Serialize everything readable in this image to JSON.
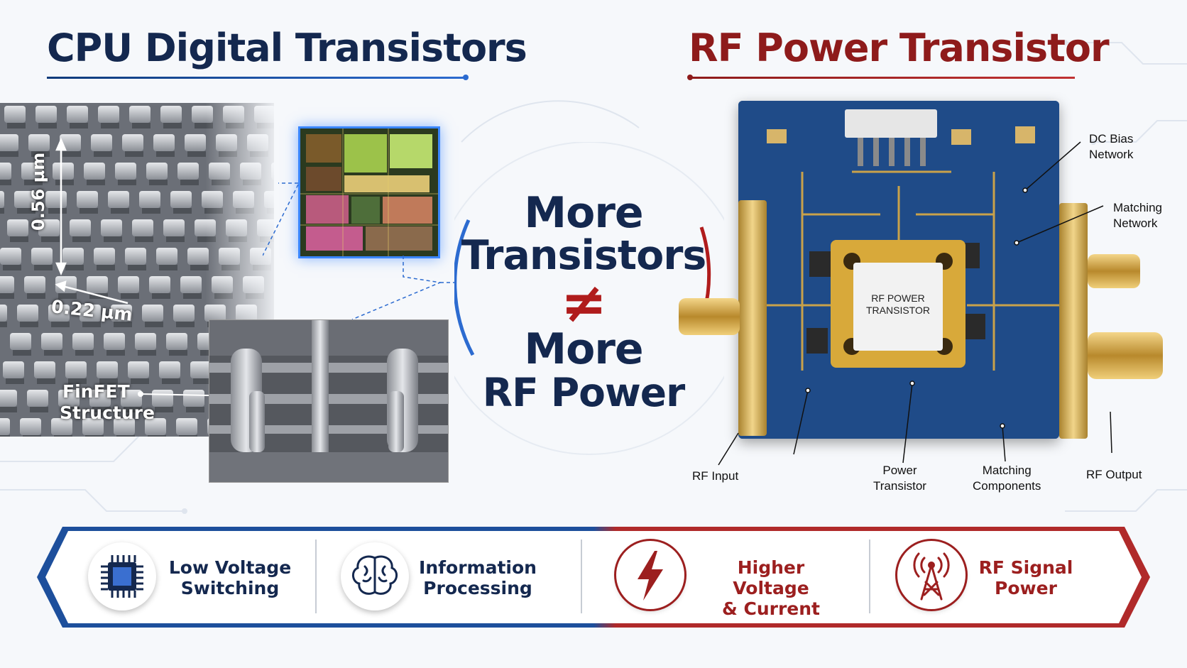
{
  "titles": {
    "left": "CPU Digital Transistors",
    "right": "RF Power Transistor"
  },
  "sem": {
    "height_label": "0.56 µm",
    "width_label": "0.22 µm",
    "finfet_line1": "FinFET",
    "finfet_line2": "Structure"
  },
  "center": {
    "line1": "More",
    "line2": "Transistors",
    "symbol": "≠",
    "line3": "More",
    "line4": "RF Power"
  },
  "board": {
    "chip_line1": "RF POWER",
    "chip_line2": "TRANSISTOR"
  },
  "callouts": {
    "dc_bias_1": "DC Bias",
    "dc_bias_2": "Network",
    "matching_network_1": "Matching",
    "matching_network_2": "Network",
    "rf_input": "RF Input",
    "power_transistor_1": "Power",
    "power_transistor_2": "Transistor",
    "matching_components_1": "Matching",
    "matching_components_2": "Components",
    "rf_output": "RF Output"
  },
  "features": [
    {
      "line1": "Low Voltage",
      "line2": "Switching",
      "icon": "cpu-chip-icon"
    },
    {
      "line1": "Information",
      "line2": "Processing",
      "icon": "brain-icon"
    },
    {
      "line1": "Higher Voltage",
      "line2": "& Current",
      "icon": "lightning-bolt-icon"
    },
    {
      "line1": "RF Signal",
      "line2": "Power",
      "icon": "radio-tower-icon"
    }
  ],
  "colors": {
    "navy": "#14284f",
    "red": "#8e1b1b",
    "blue_accent": "#2c6bd0",
    "board_blue": "#1d4a86",
    "gold": "#c9a24a"
  }
}
